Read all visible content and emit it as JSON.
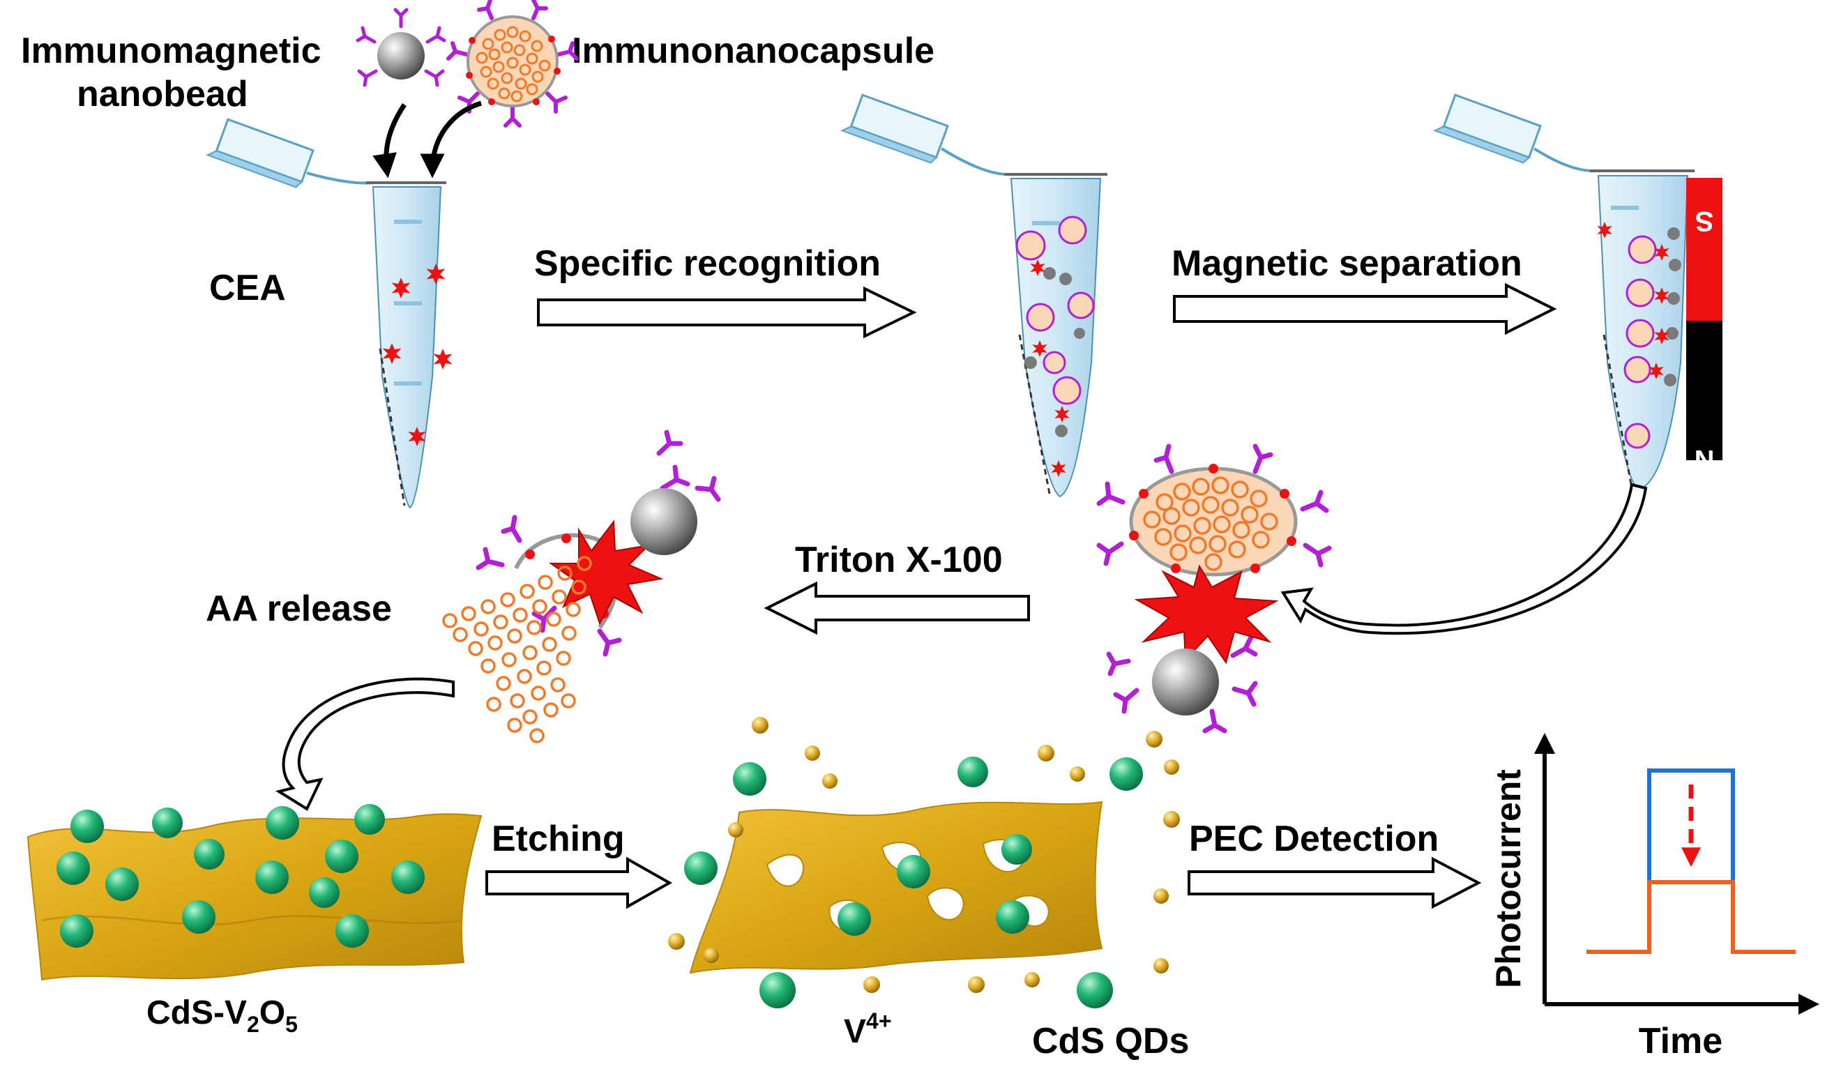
{
  "labels": {
    "immunomagnetic_line1": "Immunomagnetic",
    "immunomagnetic_line2": "nanobead",
    "immunonanocapsule": "Immunonanocapsule",
    "cea": "CEA",
    "specific_recognition": "Specific recognition",
    "magnetic_separation": "Magnetic separation",
    "triton": "Triton X-100",
    "aa_release": "AA release",
    "etching": "Etching",
    "pec_detection": "PEC Detection",
    "cds_v2o5": {
      "base": "CdS-V",
      "sub1": "2",
      "mid": "O",
      "sub2": "5"
    },
    "v4": {
      "base": "V",
      "sup": "4+"
    },
    "cds_qds": "CdS QDs",
    "photocurrent": "Photocurrent",
    "time": "Time"
  },
  "magnet": {
    "top_pole": "S",
    "bottom_pole": "N"
  },
  "colors": {
    "cea_red": "#ee1111",
    "antibody_purple": "#b21fd6",
    "capsule_orange": "#f07a2a",
    "capsule_fill": "#fbd7b8",
    "bead_gray": "#7a7a7a",
    "sheet_gold": "#d9a514",
    "qd_green": "#16a86b",
    "v4_gold": "#d8a21c",
    "tube_blue": "#cfe8f5",
    "signal_blue": "#1e73d8",
    "signal_orange": "#f0601a"
  }
}
